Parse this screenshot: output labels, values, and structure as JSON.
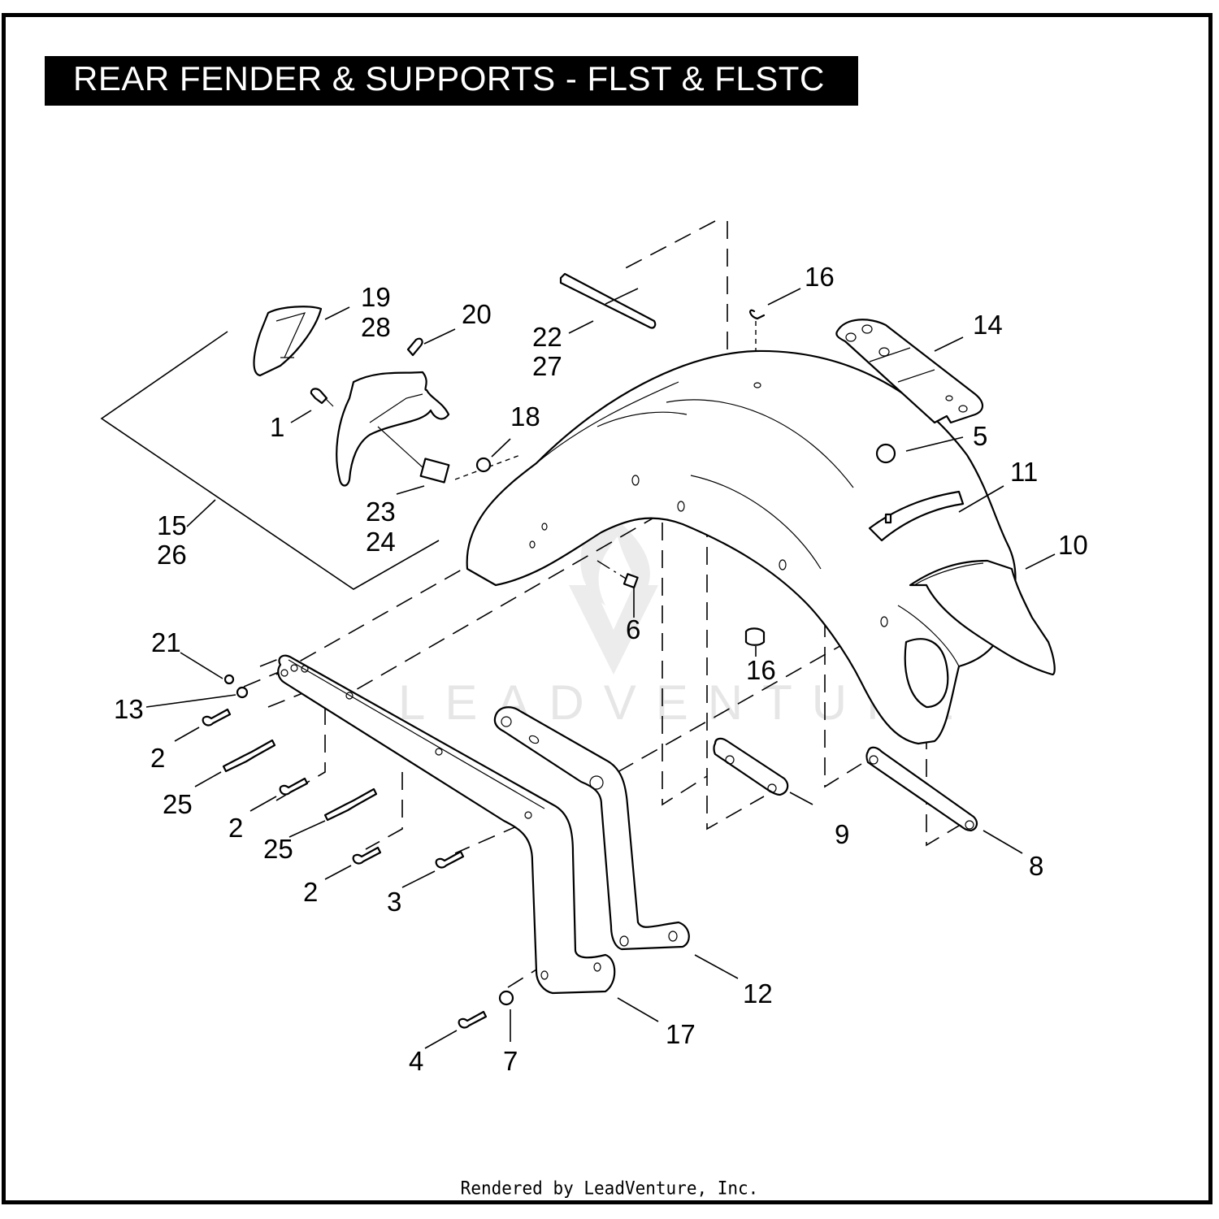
{
  "title": "REAR FENDER & SUPPORTS - FLST & FLSTC",
  "footer": "Rendered by LeadVenture, Inc.",
  "watermark": "LEADVENTURE",
  "callouts": [
    {
      "id": "c19",
      "text": "19"
    },
    {
      "id": "c28",
      "text": "28"
    },
    {
      "id": "c20",
      "text": "20"
    },
    {
      "id": "c22",
      "text": "22"
    },
    {
      "id": "c27",
      "text": "27"
    },
    {
      "id": "c16a",
      "text": "16"
    },
    {
      "id": "c14",
      "text": "14"
    },
    {
      "id": "c1",
      "text": "1"
    },
    {
      "id": "c18",
      "text": "18"
    },
    {
      "id": "c5",
      "text": "5"
    },
    {
      "id": "c11",
      "text": "11"
    },
    {
      "id": "c15",
      "text": "15"
    },
    {
      "id": "c26",
      "text": "26"
    },
    {
      "id": "c23",
      "text": "23"
    },
    {
      "id": "c24",
      "text": "24"
    },
    {
      "id": "c10",
      "text": "10"
    },
    {
      "id": "c6",
      "text": "6"
    },
    {
      "id": "c21",
      "text": "21"
    },
    {
      "id": "c16b",
      "text": "16"
    },
    {
      "id": "c13",
      "text": "13"
    },
    {
      "id": "c2a",
      "text": "2"
    },
    {
      "id": "c25a",
      "text": "25"
    },
    {
      "id": "c2b",
      "text": "2"
    },
    {
      "id": "c25b",
      "text": "25"
    },
    {
      "id": "c9",
      "text": "9"
    },
    {
      "id": "c2c",
      "text": "2"
    },
    {
      "id": "c3",
      "text": "3"
    },
    {
      "id": "c8",
      "text": "8"
    },
    {
      "id": "c12",
      "text": "12"
    },
    {
      "id": "c17",
      "text": "17"
    },
    {
      "id": "c4",
      "text": "4"
    },
    {
      "id": "c7",
      "text": "7"
    }
  ]
}
